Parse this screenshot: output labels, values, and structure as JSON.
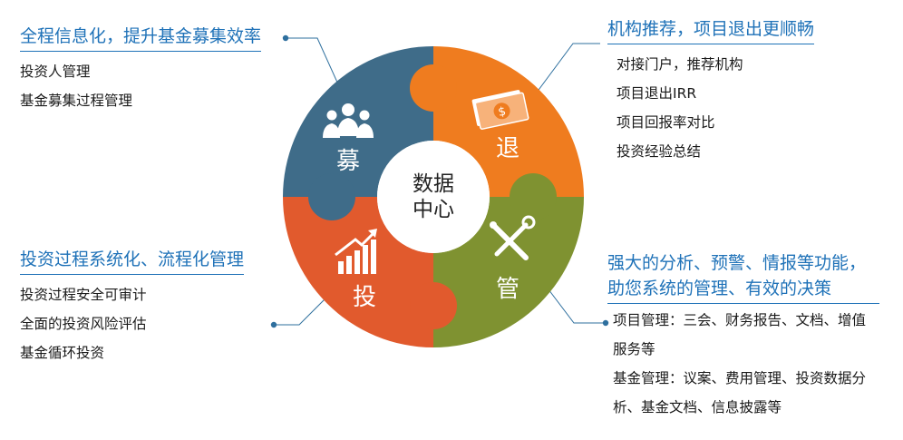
{
  "center": {
    "line1": "数据",
    "line2": "中心"
  },
  "segments": {
    "mu": {
      "label": "募",
      "color": "#3f6c89",
      "icon": "people-icon"
    },
    "tui": {
      "label": "退",
      "color": "#ef7c1f",
      "icon": "money-icon"
    },
    "guan": {
      "label": "管",
      "color": "#7f9231",
      "icon": "tools-icon"
    },
    "tou": {
      "label": "投",
      "color": "#e15a2d",
      "icon": "growth-chart-icon"
    }
  },
  "panels": {
    "top_left": {
      "title": "全程信息化，提升基金募集效率",
      "items": [
        "投资人管理",
        "基金募集过程管理"
      ]
    },
    "top_right": {
      "title": "机构推荐，项目退出更顺畅",
      "items": [
        "对接门户，推荐机构",
        "项目退出IRR",
        "项目回报率对比",
        "投资经验总结"
      ]
    },
    "bottom_left": {
      "title": "投资过程系统化、流程化管理",
      "items": [
        "投资过程安全可审计",
        "全面的投资风险评估",
        "基金循环投资"
      ]
    },
    "bottom_right": {
      "title_line1": "强大的分析、预警、情报等功能，",
      "title_line2": "助您系统的管理、有效的决策",
      "items": [
        "项目管理：三会、财务报告、文档、增值服务等",
        "基金管理：议案、费用管理、投资数据分析、基金文档、信息披露等"
      ]
    }
  },
  "colors": {
    "accent": "#1f72b8",
    "connector": "#2e6f9e"
  }
}
